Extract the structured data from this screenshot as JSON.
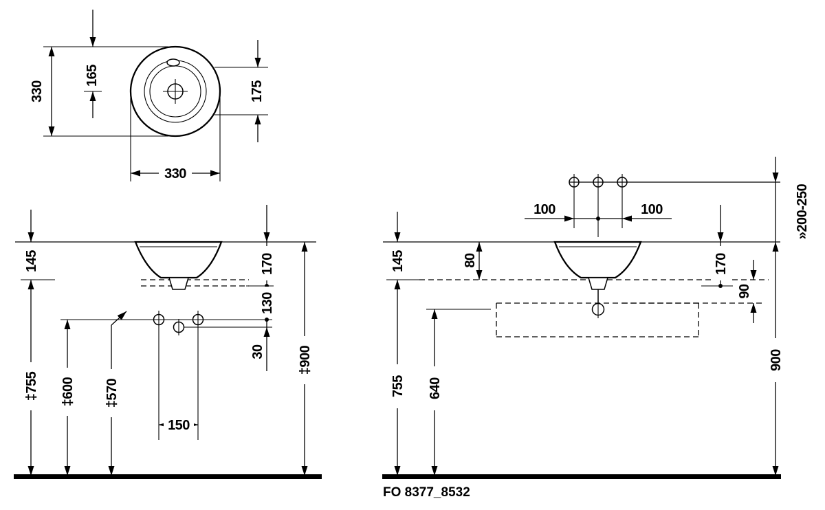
{
  "caption": "FO 8377_8532",
  "colors": {
    "ink": "#000000",
    "paper": "#ffffff"
  },
  "top_view": {
    "diameter_vertical": "330",
    "center_offset": "165",
    "right_offset": "175",
    "diameter_horizontal": "330"
  },
  "front_view": {
    "bowl_height": "145",
    "rim_to_counter_underside": "170",
    "counter_to_holes": "130",
    "middle_hole_offset": "30",
    "holes_spacing": "150",
    "counter_height": "‡755",
    "holes_height": "‡600",
    "middle_hole_height": "‡570",
    "rim_height": "‡900"
  },
  "side_view": {
    "bowl_height": "145",
    "rim_clearance": "80",
    "tap_offset_left": "100",
    "tap_offset_right": "100",
    "wall_outlet_height": "»200-250",
    "rim_to_counter_underside": "170",
    "counter_thickness": "90",
    "counter_height": "755",
    "drain_height": "640",
    "rim_height": "900"
  }
}
